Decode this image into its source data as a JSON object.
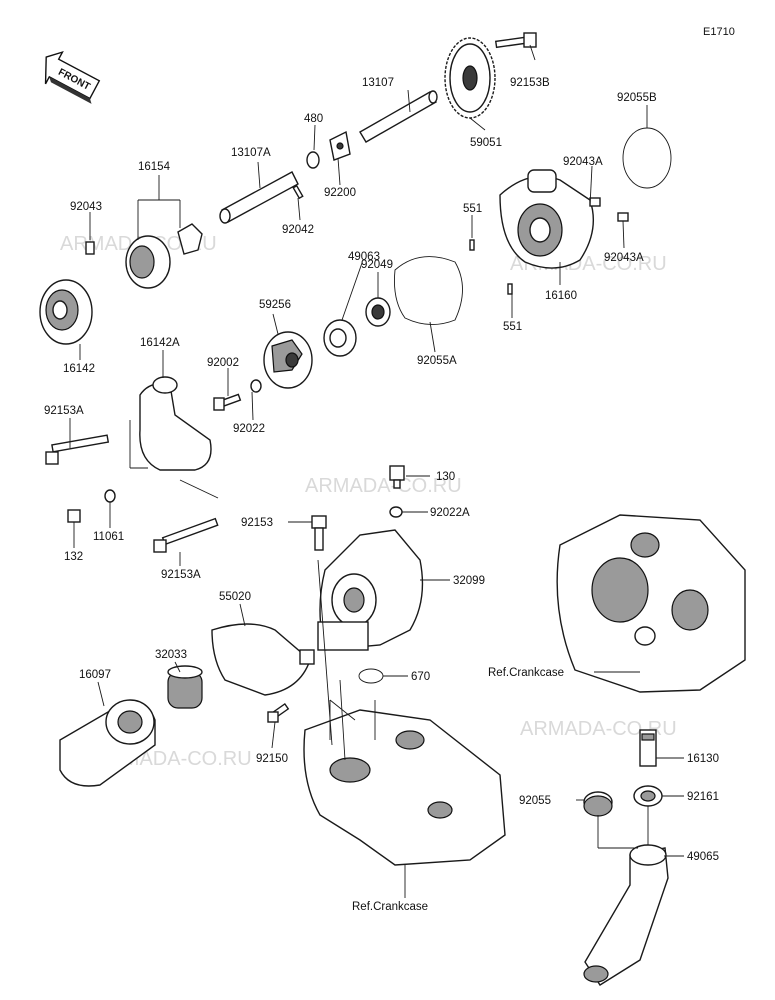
{
  "diagram_code": "E1710",
  "front_label": "FRONT",
  "watermark": "ARMADA-CO.RU",
  "ref_crankcase": "Ref.Crankcase",
  "parts": {
    "p92153B": "92153B",
    "p13107": "13107",
    "p59051": "59051",
    "p92055B": "92055B",
    "p480": "480",
    "p13107A": "13107A",
    "p16154": "16154",
    "p92200": "92200",
    "p92042": "92042",
    "p92043A_1": "92043A",
    "p92043A_2": "92043A",
    "p92043": "92043",
    "p551_1": "551",
    "p551_2": "551",
    "p49063": "49063",
    "p92049": "92049",
    "p16160": "16160",
    "p59256": "59256",
    "p16142": "16142",
    "p92055A": "92055A",
    "p16142A": "16142A",
    "p92002": "92002",
    "p92153A_1": "92153A",
    "p92022": "92022",
    "p130": "130",
    "p92022A": "92022A",
    "p11061": "11061",
    "p132": "132",
    "p92153": "92153",
    "p92153A_2": "92153A",
    "p32099": "32099",
    "p55020": "55020",
    "p32033": "32033",
    "p670": "670",
    "p16097": "16097",
    "p92150": "92150",
    "p16130": "16130",
    "p92055": "92055",
    "p92161": "92161",
    "p49065": "49065"
  }
}
